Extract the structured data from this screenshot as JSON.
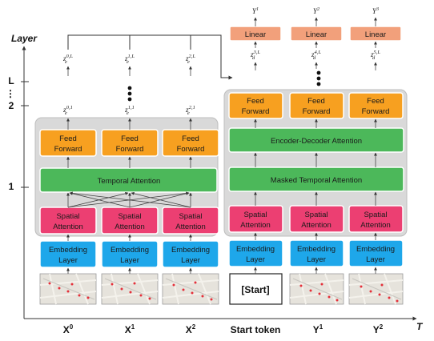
{
  "axis": {
    "y_title": "Layer",
    "y_ticks": [
      "L",
      "2",
      "1"
    ],
    "x_title": "T",
    "x_labels": [
      "X",
      "X",
      "X",
      "Start token",
      "Y",
      "Y"
    ],
    "x_label_sups": [
      "0",
      "1",
      "2",
      "",
      "1",
      "2"
    ]
  },
  "encoder": {
    "ff_label_1": "Feed",
    "ff_label_2": "Forward",
    "temporal_attention": "Temporal Attention",
    "spatial_label_1": "Spatial",
    "spatial_label_2": "Attention",
    "embed_label_1": "Embedding",
    "embed_label_2": "Layer",
    "out_L": [
      {
        "base": "z",
        "sub": "e",
        "sup": "0,L"
      },
      {
        "base": "z",
        "sub": "e",
        "sup": "1,L"
      },
      {
        "base": "z",
        "sub": "e",
        "sup": "2,L"
      }
    ],
    "out_1": [
      {
        "base": "z",
        "sub": "e",
        "sup": "0,1"
      },
      {
        "base": "z",
        "sub": "e",
        "sup": "1,1"
      },
      {
        "base": "z",
        "sub": "e",
        "sup": "2,1"
      }
    ]
  },
  "decoder": {
    "ff_label_1": "Feed",
    "ff_label_2": "Forward",
    "encoder_decoder_attention": "Encoder-Decoder Attention",
    "masked_temporal_attention": "Masked Temporal Attention",
    "spatial_label_1": "Spatial",
    "spatial_label_2": "Attention",
    "embed_label_1": "Embedding",
    "embed_label_2": "Layer",
    "linear_label": "Linear",
    "start_token_box": "[Start]",
    "outputs": [
      {
        "base": "Y",
        "sup": "1"
      },
      {
        "base": "Y",
        "sup": "2"
      },
      {
        "base": "Y",
        "sup": "3"
      }
    ],
    "z_d": [
      {
        "base": "z",
        "sub": "d",
        "sup": "3,L"
      },
      {
        "base": "z",
        "sub": "d",
        "sup": "4,L"
      },
      {
        "base": "z",
        "sub": "d",
        "sup": "5,L"
      }
    ]
  },
  "colors": {
    "feed_forward": "#f7a020",
    "attention_green": "#4cb85a",
    "spatial_pink": "#ec3f72",
    "embedding_blue": "#1ea7ea",
    "linear_salmon": "#f2a07b",
    "panel_gray": "#d9d9d9"
  }
}
